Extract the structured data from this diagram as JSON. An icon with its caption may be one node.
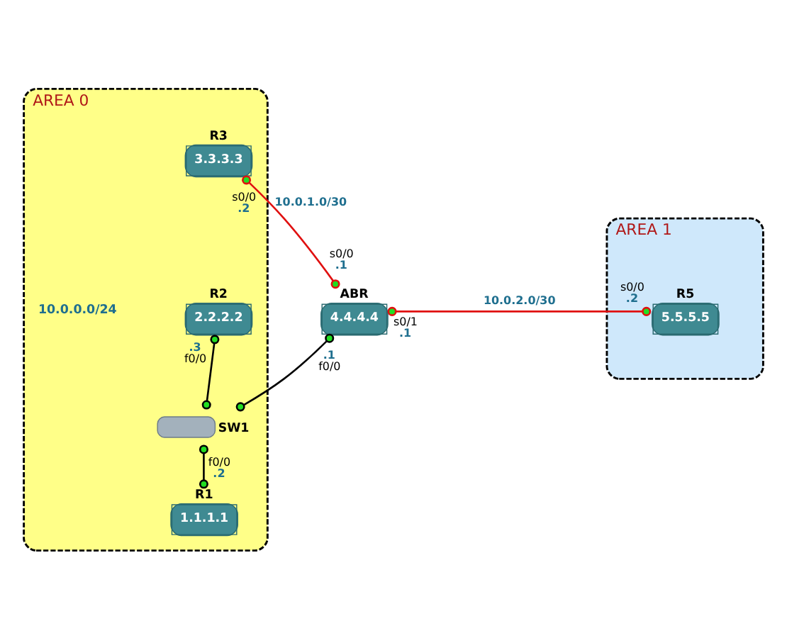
{
  "diagram": {
    "nodes": [
      {
        "text": [
          "AREA 0"
        ]
      },
      {
        "text": [
          "R3",
          "3.3.3.3"
        ],
        "in": 0,
        "beside": [
          "s0/0",
          ".2"
        ]
      },
      {
        "text": [
          "AREA 1"
        ]
      },
      {
        "text": [
          "ABR",
          "4.4.4.4"
        ],
        "beside": [
          "s0/0",
          ".1",
          "s0/1",
          ".1",
          ".1",
          "f0/0"
        ]
      },
      {
        "text": [
          "R5",
          "5.5.5.5"
        ],
        "in": 2,
        "beside": [
          "s0/0",
          ".2"
        ]
      },
      {
        "text": [
          "R2",
          "2.2.2.2"
        ],
        "in": 0,
        "beside": [
          ".3",
          "f0/0"
        ]
      },
      {
        "text": [
          "SW1"
        ],
        "in": 0
      },
      {
        "text": [
          "R1",
          "1.1.1.1"
        ],
        "in": 0,
        "beside": [
          "f0/0",
          ".2"
        ]
      }
    ],
    "edges": [
      {
        "from": 1,
        "to": 3,
        "arrow": "other",
        "label": "10.0.1.0/30",
        "color": "#e01010"
      },
      {
        "from": 3,
        "to": 4,
        "arrow": "other",
        "label": "10.0.2.0/30",
        "color": "#e01010"
      },
      {
        "from": 5,
        "to": 6,
        "arrow": "other"
      },
      {
        "from": 3,
        "to": 6,
        "arrow": "other"
      },
      {
        "from": 6,
        "to": 7,
        "arrow": "other"
      }
    ],
    "labels": [
      "10.0.0.0/24"
    ]
  }
}
